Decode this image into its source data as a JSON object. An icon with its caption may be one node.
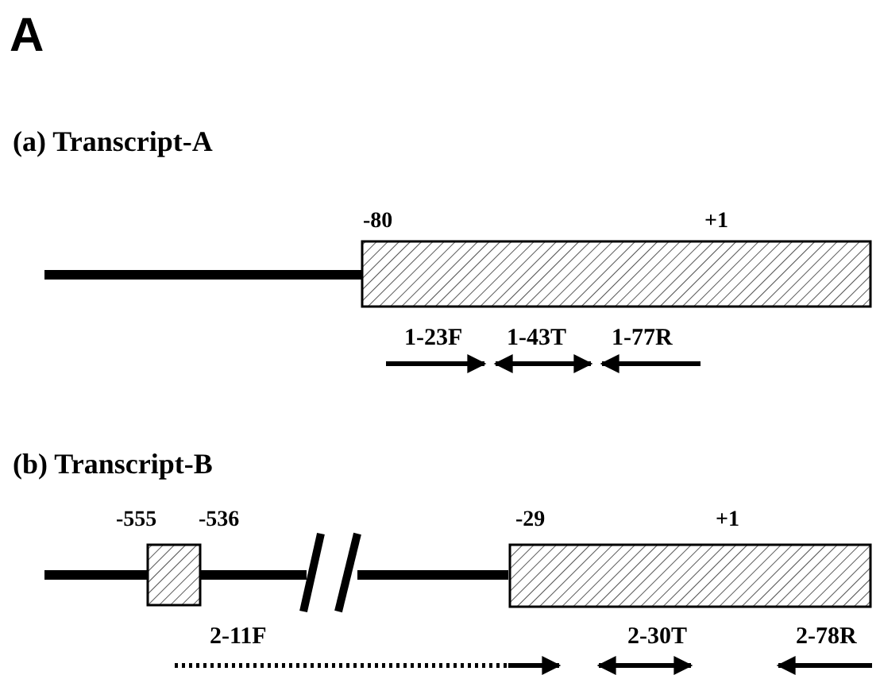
{
  "diagram": {
    "title": "A",
    "labels": [
      "(a) Transcript-A",
      "-80",
      "+1",
      "1-23F",
      "1-43T",
      "1-77R",
      "(b) Transcript-B",
      "-555",
      "-536",
      "-29",
      "+1",
      "2-11F",
      "2-30T",
      "2-78R"
    ]
  }
}
